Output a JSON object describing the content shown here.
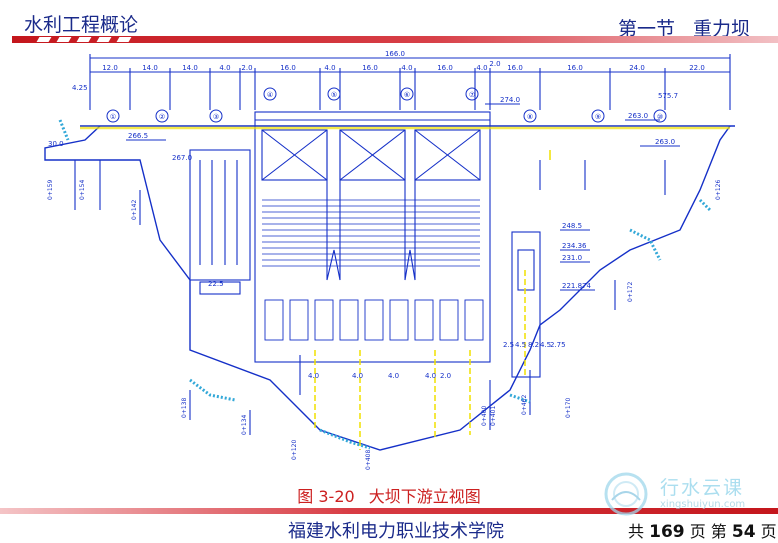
{
  "header": {
    "course_title": "水利工程概论",
    "section_label": "第一节",
    "section_name": "重力坝"
  },
  "figure": {
    "caption_number": "图 3-20",
    "caption_text": "大坝下游立视图",
    "dimensions": {
      "total": "166.0",
      "top": [
        "12.0",
        "14.0",
        "14.0",
        "4.0",
        "2.0",
        "16.0",
        "4.0",
        "16.0",
        "4.0",
        "16.0",
        "4.0",
        "16.0",
        "2.0",
        "16.0",
        "24.0",
        "22.0"
      ],
      "bottom_row": [
        "2.5",
        "4.5",
        "8.2",
        "4.5",
        "2.75"
      ],
      "gate_bottom": [
        "4.0",
        "4.0",
        "4.0",
        "4.0",
        "2.0"
      ],
      "side_left": "30.0",
      "lower_left": "22.5"
    },
    "bay_numbers": [
      "①",
      "②",
      "③",
      "④",
      "⑤",
      "⑥",
      "⑦",
      "⑧",
      "⑨",
      "⑩"
    ],
    "elevations": {
      "left_crest": "4.25",
      "right_crest": "575.7",
      "e1": "266.5",
      "e2": "267.0",
      "e3": "274.0",
      "e4": "263.0",
      "e5": "263.0",
      "e6": "248.5",
      "e7": "234.36",
      "e8": "231.0",
      "e9": "221.874"
    },
    "stations": [
      "0+159",
      "0+154",
      "0+142",
      "0+138",
      "0+134",
      "0+120",
      "0+408",
      "0+400",
      "0+401",
      "0+462",
      "0+170",
      "0+172",
      "0+126"
    ]
  },
  "footer": {
    "school_name": "福建水利电力职业技术学院",
    "page_prefix": "共",
    "total_pages": "169",
    "page_mid": "页  第",
    "current_page": "54",
    "page_suffix": "页"
  },
  "watermark": {
    "brand": "行水云课",
    "url": "xingshuiyun.com"
  },
  "colors": {
    "title_blue": "#1a2a8a",
    "caption_red": "#cc2020",
    "drawing_blue": "#1530c8",
    "highlight_yellow": "#f0e000",
    "rock_cyan": "#33a8d8"
  }
}
